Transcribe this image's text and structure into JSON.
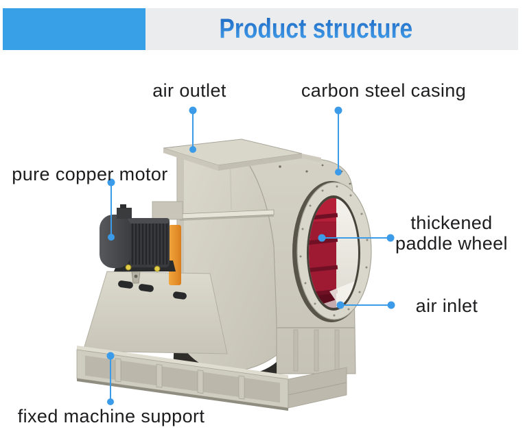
{
  "header": {
    "title": "Product structure"
  },
  "labels": {
    "air_outlet": "air outlet",
    "carbon_steel_casing": "carbon steel casing",
    "pure_copper_motor": "pure copper motor",
    "thickened_paddle_wheel": {
      "line1": "thickened",
      "line2": "paddle wheel"
    },
    "air_inlet": "air inlet",
    "fixed_machine_support": "fixed machine support"
  },
  "colors": {
    "accent": "#3b9be8",
    "banner_blue": "#38a0e6",
    "banner_gray": "#ebecee",
    "title_top": "#1a63c0",
    "title_bottom": "#47a5ee",
    "label_text": "#1d1d1f",
    "casing_beige": "#d6d3c7",
    "impeller_red": "#a01a33",
    "motor_dark": "#3a3b3e",
    "bracket_orange": "#e8952f"
  }
}
